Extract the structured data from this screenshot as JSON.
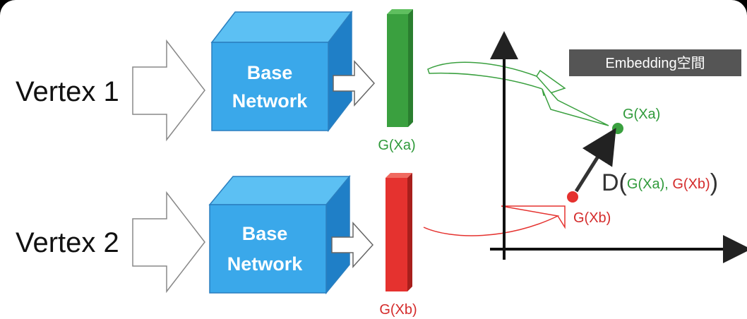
{
  "inputs": [
    {
      "label": "Vertex 1",
      "network": [
        "Base",
        "Network"
      ],
      "embedding_label": "G(Xa)",
      "color": "#3aa03f"
    },
    {
      "label": "Vertex 2",
      "network": [
        "Base",
        "Network"
      ],
      "embedding_label": "G(Xb)",
      "color": "#e5322f"
    }
  ],
  "embedding_space": {
    "title": "Embedding空間",
    "point_a_label": "G(Xa)",
    "point_b_label": "G(Xb)",
    "distance": {
      "prefix": "D(",
      "arg1": "G(Xa)",
      "sep": ", ",
      "arg2": "G(Xb)",
      "suffix": ")"
    }
  },
  "colors": {
    "cube_front": "#3aa8ea",
    "cube_top": "#5cc0f3",
    "cube_side": "#1f7fc7",
    "green": "#3aa03f",
    "red": "#e5322f",
    "title_bg": "#555555"
  }
}
